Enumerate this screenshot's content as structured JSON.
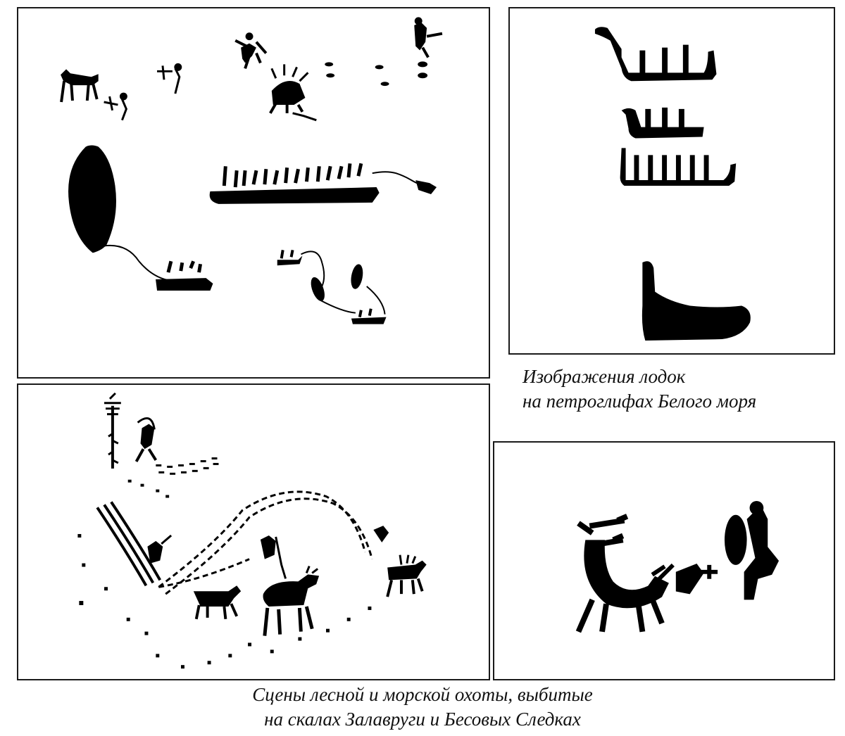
{
  "captions": {
    "boats": {
      "line1": "Изображения лодок",
      "line2": "на петроглифах Белого моря"
    },
    "hunt": {
      "line1": "Сцены лесной и морской охоты, выбитые",
      "line2": "на скалах Залавруги и Бесовых Следках"
    }
  },
  "colors": {
    "ink": "#000000",
    "paper": "#ffffff",
    "border": "#1a1a1a"
  }
}
